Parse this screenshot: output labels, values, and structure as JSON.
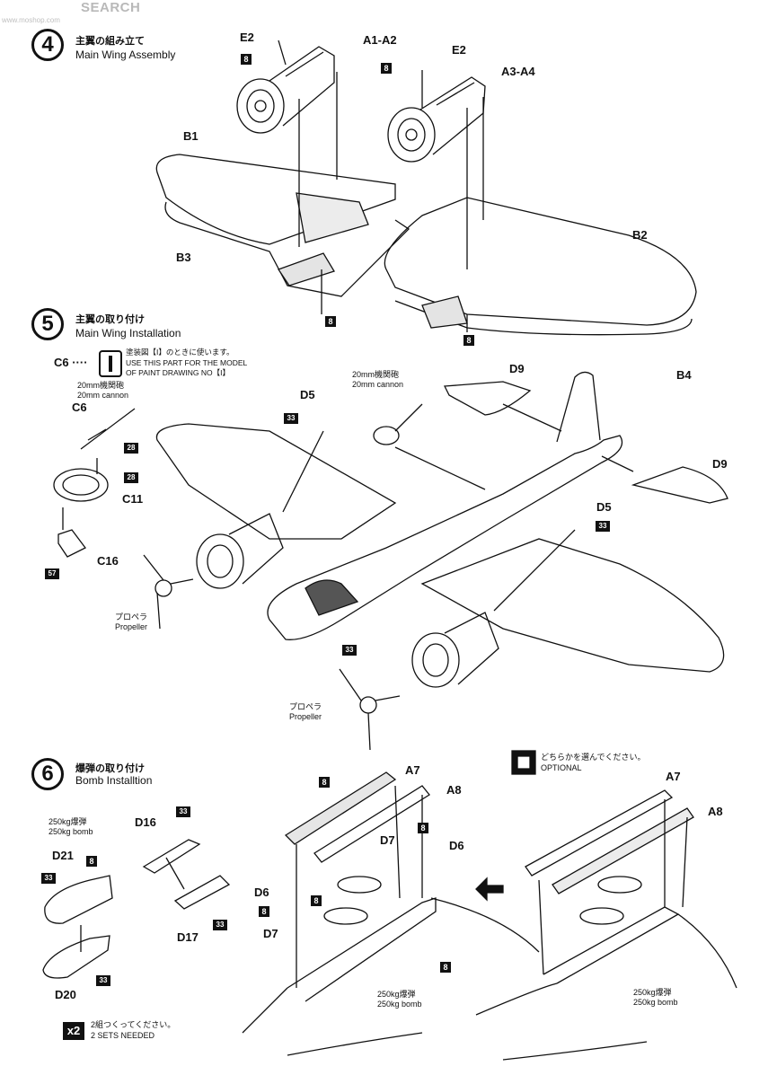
{
  "watermark": {
    "logo": "SEARCH",
    "sub": "www.moshop.com"
  },
  "steps": [
    {
      "num": "4",
      "jp": "主翼の組み立て",
      "en": "Main Wing Assembly"
    },
    {
      "num": "5",
      "jp": "主翼の取り付け",
      "en": "Main Wing Installation"
    },
    {
      "num": "6",
      "jp": "爆弾の取り付け",
      "en": "Bomb Installtion"
    }
  ],
  "step4": {
    "labels": {
      "e2a": "E2",
      "a1a2": "A1-A2",
      "e2b": "E2",
      "a3a4": "A3-A4",
      "b1": "B1",
      "b2": "B2",
      "b3": "B3",
      "b4": "B4"
    },
    "tags": {
      "t1": "8",
      "t2": "8",
      "t3": "8",
      "t4": "8"
    }
  },
  "step5": {
    "c6_note_label": "C6 ····",
    "c6_note": {
      "jp": "塗装図【I】のときに使います。",
      "en1": "USE THIS PART FOR THE MODEL",
      "en2": "OF PAINT DRAWING NO【I】"
    },
    "cannon_left": {
      "jp": "20mm機関砲",
      "en": "20mm cannon"
    },
    "cannon_right": {
      "jp": "20mm機関砲",
      "en": "20mm cannon"
    },
    "labels": {
      "c6": "C6",
      "c11": "C11",
      "c16": "C16",
      "d5a": "D5",
      "d5b": "D5",
      "d9a": "D9",
      "d9b": "D9"
    },
    "tags": {
      "t28a": "28",
      "t28b": "28",
      "t57": "57",
      "t33a": "33",
      "t33b": "33",
      "t33c": "33"
    },
    "propeller_left": {
      "jp": "プロペラ",
      "en": "Propeller"
    },
    "propeller_right": {
      "jp": "プロペラ",
      "en": "Propeller"
    }
  },
  "step6": {
    "bomb_label": {
      "jp": "250kg爆弾",
      "en": "250kg bomb"
    },
    "labels": {
      "d16": "D16",
      "d21": "D21",
      "d17": "D17",
      "d20": "D20",
      "a7a": "A7",
      "a8a": "A8",
      "d7a": "D7",
      "d6a": "D6",
      "d6b": "D6",
      "d7b": "D7",
      "a7b": "A7",
      "a8b": "A8"
    },
    "tags": {
      "t33a": "33",
      "t8a": "8",
      "t33b": "33",
      "t33c": "33",
      "t33d": "33",
      "t8b": "8",
      "t8c": "8",
      "t8d": "8",
      "t8e": "8",
      "t8f": "8"
    },
    "bomb_mid": {
      "jp": "250kg爆弾",
      "en": "250kg bomb"
    },
    "bomb_right": {
      "jp": "250kg爆弾",
      "en": "250kg bomb"
    },
    "sets": {
      "mult": "x2",
      "jp": "2組つくってください。",
      "en": "2 SETS NEEDED"
    },
    "optional": {
      "jp": "どちらかを選んでください。",
      "en": "OPTIONAL"
    }
  }
}
